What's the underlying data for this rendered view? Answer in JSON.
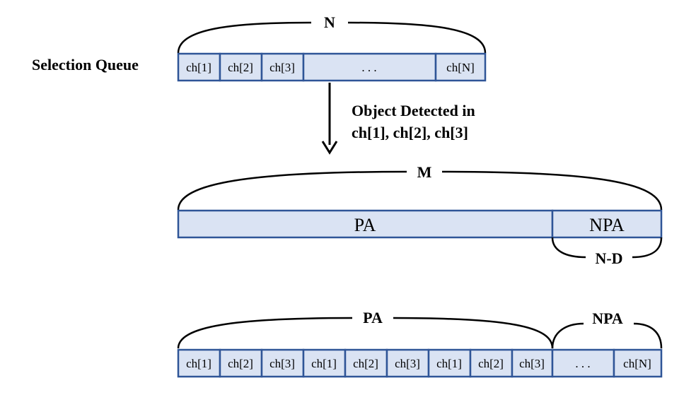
{
  "labels": {
    "selection_queue": "Selection Queue",
    "n": "N",
    "m": "M",
    "n_minus_d": "N-D",
    "pa": "PA",
    "npa": "NPA",
    "detected_line1": "Object Detected in",
    "detected_line2": "ch[1], ch[2], ch[3]"
  },
  "queue_top": [
    "ch[1]",
    "ch[2]",
    "ch[3]",
    ". . .",
    "ch[N]"
  ],
  "bar_middle": [
    "PA",
    "NPA"
  ],
  "queue_bottom": [
    "ch[1]",
    "ch[2]",
    "ch[3]",
    "ch[1]",
    "ch[2]",
    "ch[3]",
    "ch[1]",
    "ch[2]",
    "ch[3]",
    ". . .",
    "ch[N]"
  ],
  "colors": {
    "cell_fill": "#dae3f3",
    "cell_border": "#2f5597",
    "text": "#000000"
  }
}
